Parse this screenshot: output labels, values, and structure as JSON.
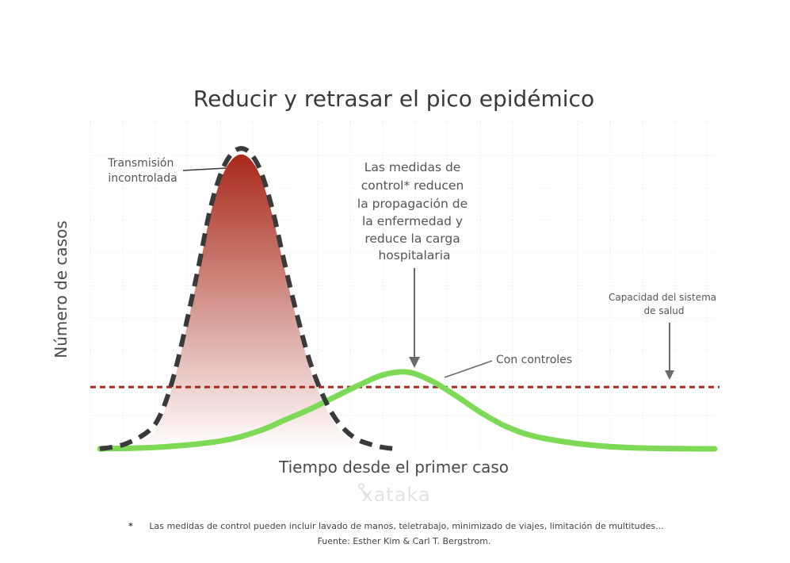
{
  "chart_data": {
    "type": "line",
    "title": "Reducir y retrasar el pico epidémico",
    "xlabel": "Tiempo desde el primer caso",
    "ylabel": "Número de casos",
    "xlim": [
      0,
      100
    ],
    "ylim": [
      0,
      100
    ],
    "grid": true,
    "series": [
      {
        "name": "Transmisión incontrolada",
        "style": "dashed",
        "color": "#3a3a3a",
        "fill_gradient": [
          "#a8291a",
          "#ffffff"
        ],
        "x": [
          0,
          4,
          8,
          10,
          12,
          14,
          16,
          18,
          20,
          22,
          24,
          26,
          28,
          30,
          32,
          34,
          36,
          38,
          40,
          42,
          44,
          46,
          48
        ],
        "y": [
          0,
          1.5,
          6,
          12,
          24,
          41,
          60,
          80,
          93,
          99,
          99,
          93,
          80,
          62,
          45,
          30,
          19,
          11,
          6,
          3,
          1.5,
          0.5,
          0
        ]
      },
      {
        "name": "Con controles",
        "style": "solid",
        "color": "#7ed957",
        "x": [
          0,
          10,
          20,
          26,
          30,
          34,
          38,
          42,
          46,
          50,
          54,
          58,
          62,
          66,
          70,
          75,
          80,
          86,
          92,
          100
        ],
        "y": [
          0,
          0.6,
          2.7,
          6,
          9.5,
          13,
          17,
          21,
          24.5,
          25.5,
          22.5,
          17.5,
          12,
          7.5,
          4.5,
          2.5,
          1.2,
          0.4,
          0.1,
          0
        ]
      }
    ],
    "reference_lines": [
      {
        "name": "Capacidad del sistema de salud",
        "y": 20.5,
        "style": "dashed",
        "color": "#a8291a"
      }
    ],
    "annotations": {
      "uncontrolled_lines": [
        "Transmisión",
        "incontrolada"
      ],
      "measures_lines": [
        "Las medidas de",
        "control* reducen",
        "la propagación de",
        "la enfermedad y",
        "reduce la carga",
        "hospitalaria"
      ],
      "controlled": "Con controles",
      "capacity_lines": [
        "Capacidad del sistema",
        "de salud"
      ]
    },
    "footnote": {
      "marker": "*",
      "text": "Las medidas de control pueden incluir lavado de manos, teletrabajo, minimizado de viajes, limitación de multitudes...",
      "source": "Fuente: Esther Kim & Carl T. Bergstrom."
    },
    "watermark": "xataka"
  },
  "colors": {
    "uncontrolled": "#3a3a3a",
    "controlled": "#7ed957",
    "capacity": "#a8291a",
    "grid": "#e6e6e6",
    "arrow": "#6a6a6a"
  }
}
